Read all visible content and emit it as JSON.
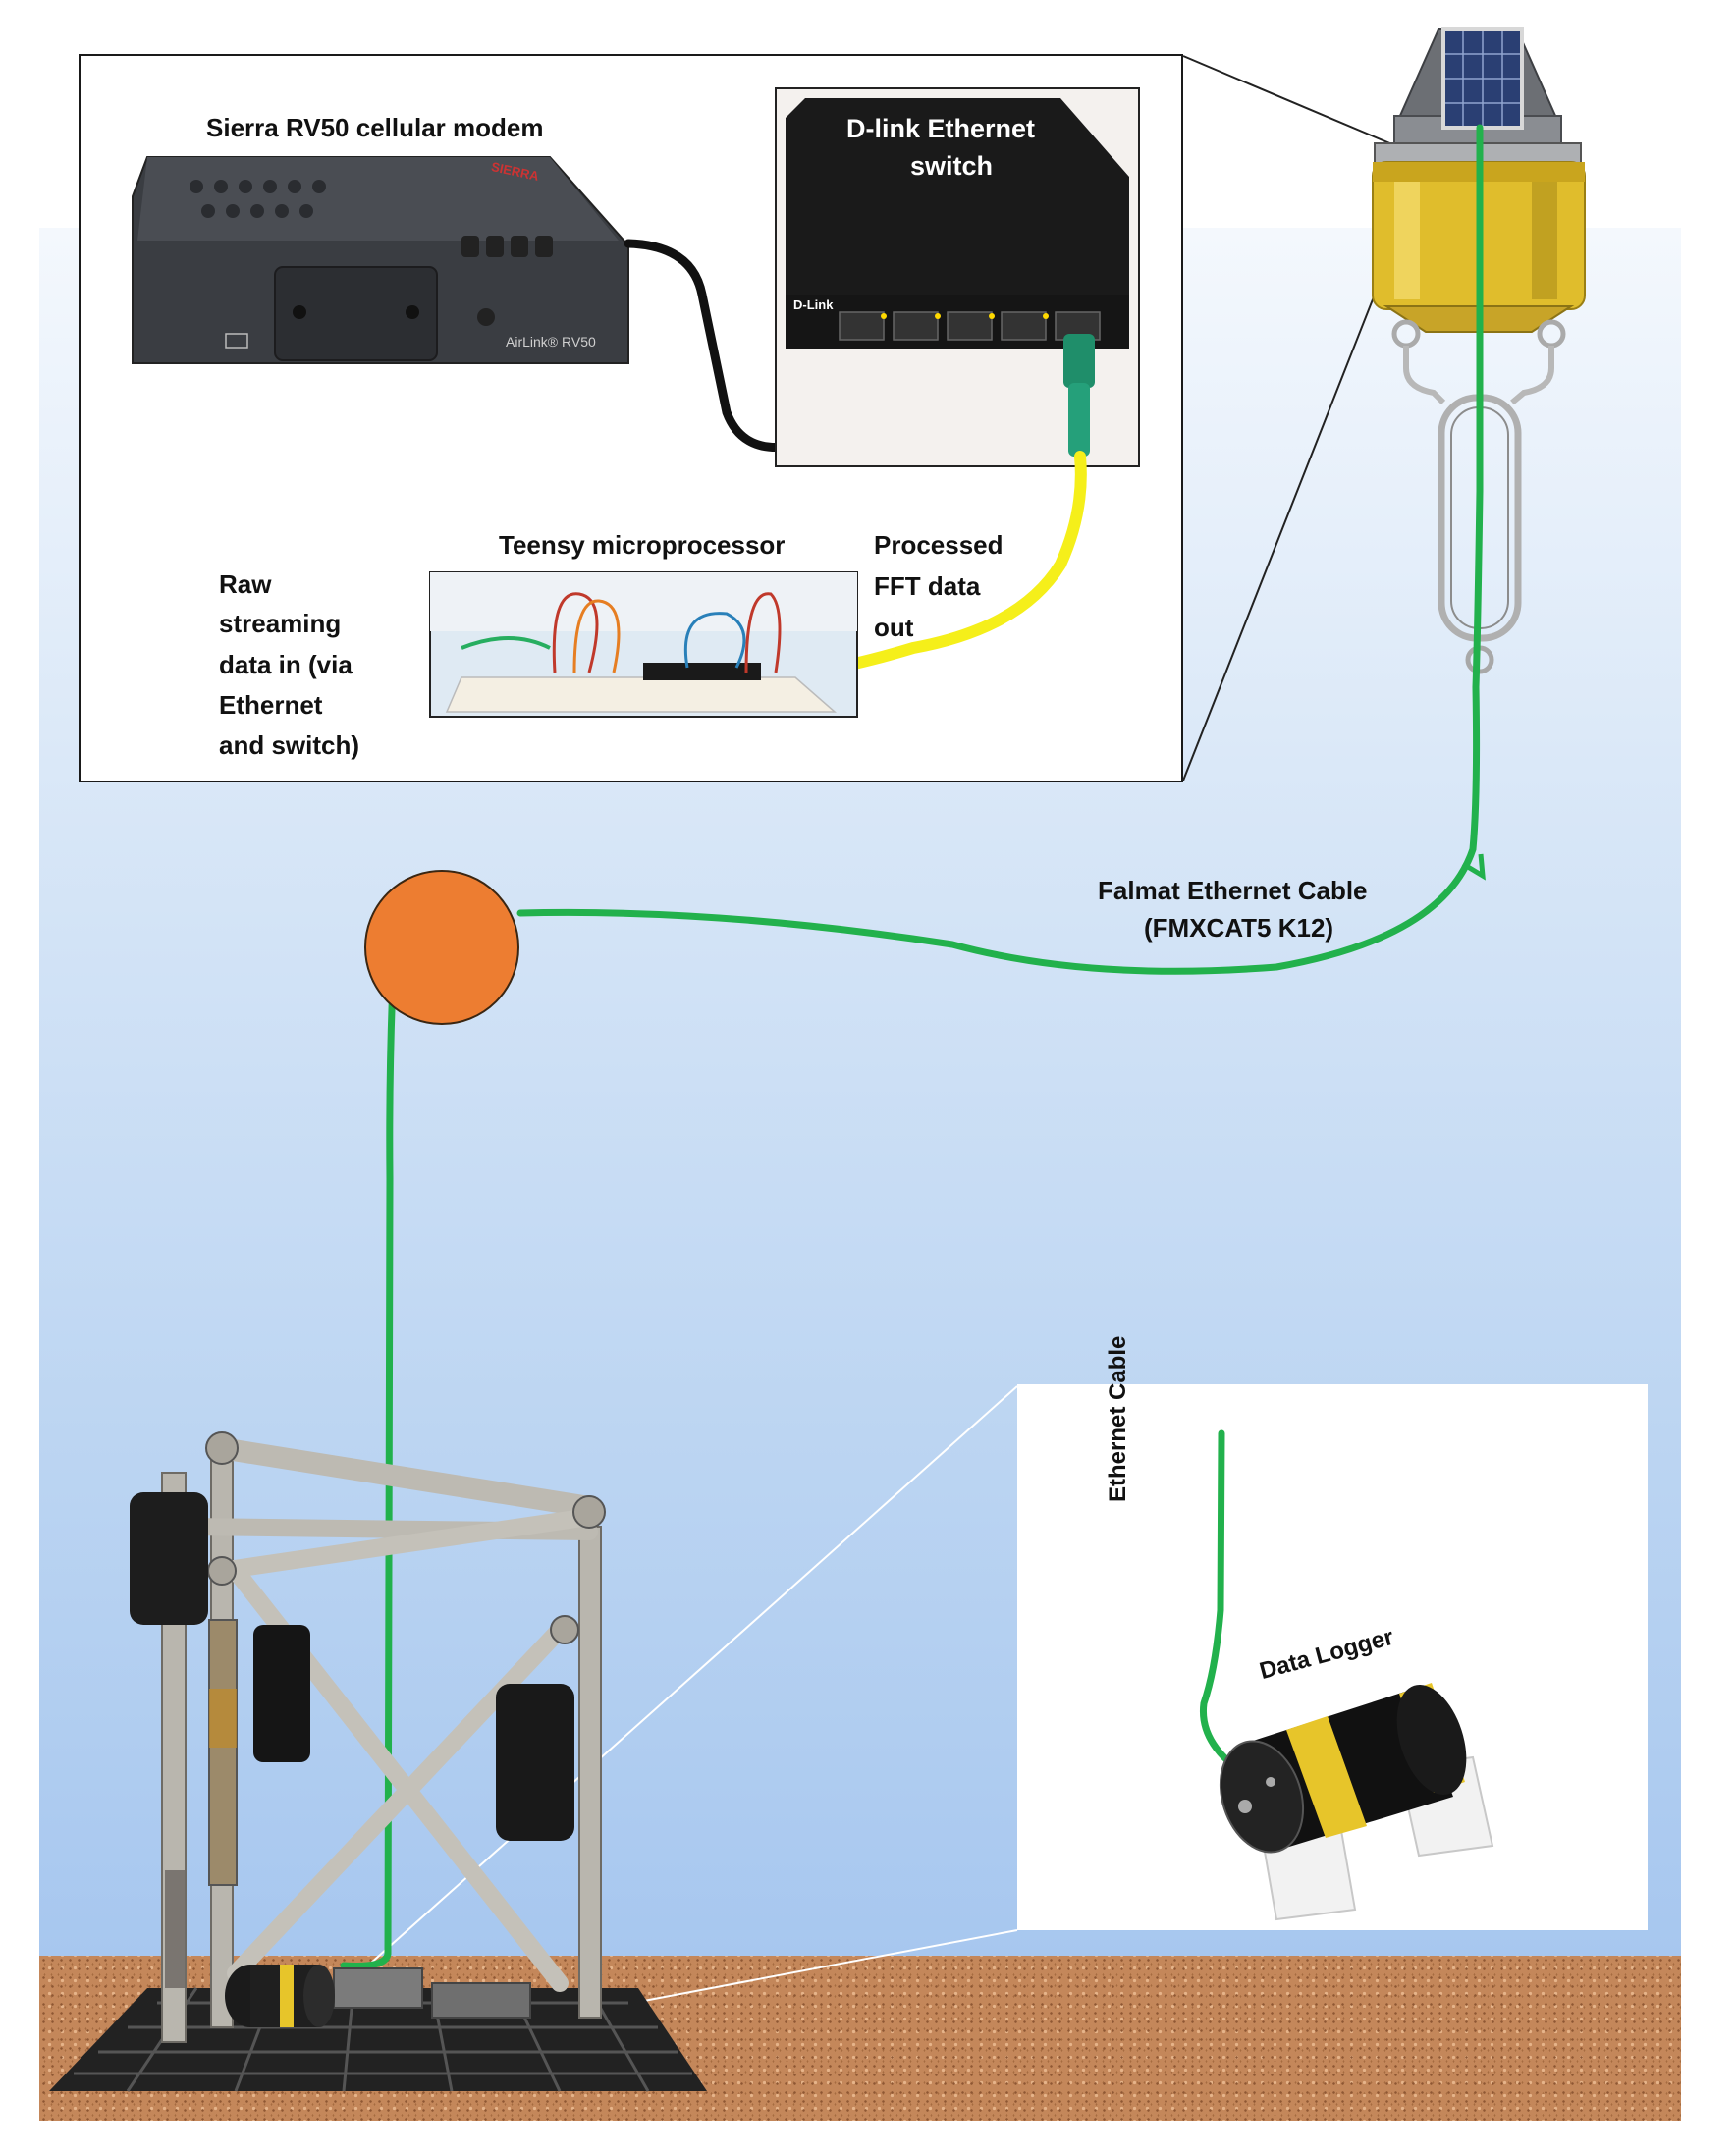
{
  "labels": {
    "modem": "Sierra RV50 cellular modem",
    "modem_brand": "SIERRA",
    "modem_model": "AirLink® RV50",
    "switch_line1": "D-link Ethernet",
    "switch_line2": "switch",
    "switch_brand": "D-Link",
    "teensy": "Teensy microprocessor",
    "processed_line1": "Processed",
    "processed_line2": "FFT data",
    "processed_line3": "out",
    "raw_line1": "Raw",
    "raw_line2": "streaming",
    "raw_line3": "data in (via",
    "raw_line4": "Ethernet",
    "raw_line5": "and switch)",
    "falmat_line1": "Falmat Ethernet Cable",
    "falmat_line2": "(FMXCAT5 K12)",
    "ethernet_cable": "Ethernet Cable",
    "data_logger": "Data Logger"
  },
  "colors": {
    "cable_green": "#22b14c",
    "cable_yellow": "#f5ef1a",
    "float_orange": "#ed7d31",
    "buoy_yellow": "#e6c530",
    "frame_grey": "#b9b6ae",
    "modem_grey": "#3a3d42"
  },
  "icons": [
    "solar-panel-icon",
    "buoy-icon",
    "float-icon",
    "frame-icon",
    "data-logger-icon",
    "modem-icon",
    "switch-icon",
    "breadboard-icon"
  ]
}
